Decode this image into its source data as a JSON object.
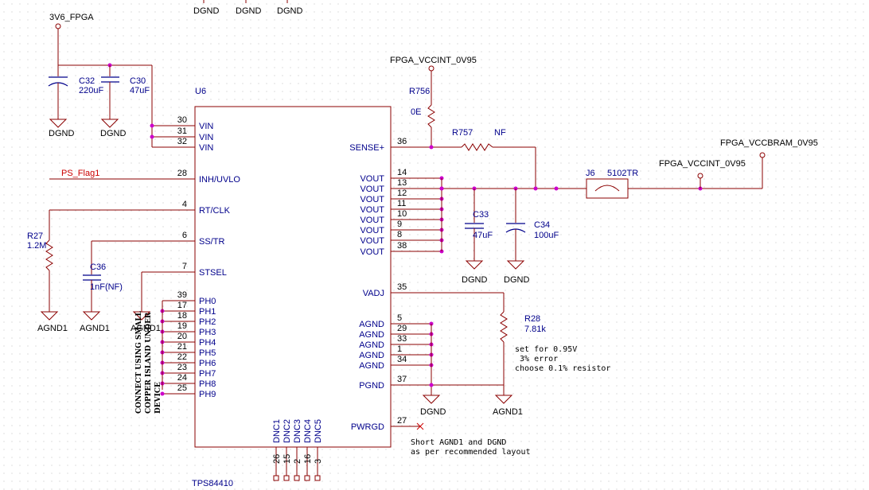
{
  "ic": {
    "refdes": "U6",
    "part": "TPS84410",
    "left_pins": [
      {
        "num": "30",
        "name": "VIN"
      },
      {
        "num": "31",
        "name": "VIN"
      },
      {
        "num": "32",
        "name": "VIN"
      },
      {
        "num": "28",
        "name": "INH/UVLO"
      },
      {
        "num": "4",
        "name": "RT/CLK"
      },
      {
        "num": "6",
        "name": "SS/TR"
      },
      {
        "num": "7",
        "name": "STSEL"
      },
      {
        "num": "39",
        "name": "PH0"
      },
      {
        "num": "17",
        "name": "PH1"
      },
      {
        "num": "18",
        "name": "PH2"
      },
      {
        "num": "19",
        "name": "PH3"
      },
      {
        "num": "20",
        "name": "PH4"
      },
      {
        "num": "21",
        "name": "PH5"
      },
      {
        "num": "22",
        "name": "PH6"
      },
      {
        "num": "23",
        "name": "PH7"
      },
      {
        "num": "24",
        "name": "PH8"
      },
      {
        "num": "25",
        "name": "PH9"
      }
    ],
    "right_pins": [
      {
        "num": "36",
        "name": "SENSE+"
      },
      {
        "num": "14",
        "name": "VOUT"
      },
      {
        "num": "13",
        "name": "VOUT"
      },
      {
        "num": "12",
        "name": "VOUT"
      },
      {
        "num": "11",
        "name": "VOUT"
      },
      {
        "num": "10",
        "name": "VOUT"
      },
      {
        "num": "9",
        "name": "VOUT"
      },
      {
        "num": "8",
        "name": "VOUT"
      },
      {
        "num": "38",
        "name": "VOUT"
      },
      {
        "num": "35",
        "name": "VADJ"
      },
      {
        "num": "5",
        "name": "AGND"
      },
      {
        "num": "29",
        "name": "AGND"
      },
      {
        "num": "33",
        "name": "AGND"
      },
      {
        "num": "1",
        "name": "AGND"
      },
      {
        "num": "34",
        "name": "AGND"
      },
      {
        "num": "37",
        "name": "PGND"
      },
      {
        "num": "27",
        "name": "PWRGD"
      }
    ],
    "bottom_pins": [
      {
        "num": "26",
        "name": "DNC1"
      },
      {
        "num": "15",
        "name": "DNC2"
      },
      {
        "num": "2",
        "name": "DNC3"
      },
      {
        "num": "16",
        "name": "DNC4"
      },
      {
        "num": "3",
        "name": "DNC5"
      }
    ]
  },
  "nets": {
    "vin": "3V6_FPGA",
    "vccint_top": "FPGA_VCCINT_0V95",
    "vccint_right": "FPGA_VCCINT_0V95",
    "vccbram": "FPGA_VCCBRAM_0V95",
    "ps_flag": "PS_Flag1"
  },
  "grounds": {
    "dgnd": "DGND",
    "agnd": "AGND1"
  },
  "components": {
    "c32": {
      "ref": "C32",
      "value": "220uF"
    },
    "c30": {
      "ref": "C30",
      "value": "47uF"
    },
    "r756": {
      "ref": "R756",
      "value": "0E"
    },
    "r757": {
      "ref": "R757",
      "value": "NF"
    },
    "j6": {
      "ref": "J6",
      "value": "5102TR"
    },
    "c33": {
      "ref": "C33",
      "value": "47uF"
    },
    "c34": {
      "ref": "C34",
      "value": "100uF"
    },
    "r27": {
      "ref": "R27",
      "value": "1.2M"
    },
    "c36": {
      "ref": "C36",
      "value": "1nF(NF)"
    },
    "r28": {
      "ref": "R28",
      "value": "7.81k"
    }
  },
  "notes": {
    "r28_line1": "set for 0.95V",
    "r28_line2": " 3% error",
    "r28_line3": "choose 0.1% resistor",
    "agnd_line1": "Short AGND1 and DGND",
    "agnd_line2": "as per recommended layout",
    "ph_line1": "CONNECT USING SMALL",
    "ph_line2": "COPPER ISLAND UNDER",
    "ph_line3": "DEVICE"
  },
  "colors": {
    "wire": "#8b0000",
    "label": "#00008b",
    "junction": "#cc00cc",
    "net_flag": "#cc0000"
  }
}
